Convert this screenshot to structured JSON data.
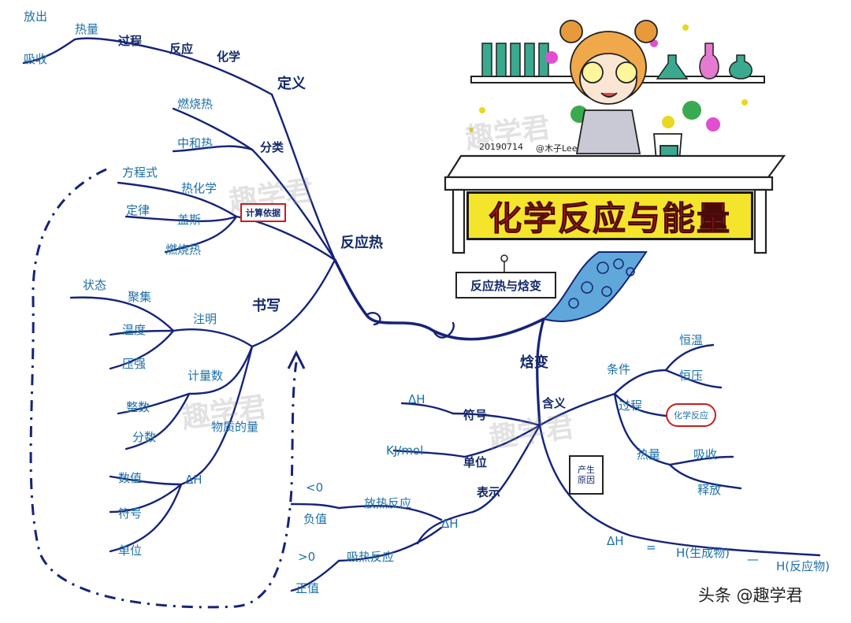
{
  "title": "化学反应与能量",
  "subtitle": "反应热与焓变",
  "date": "20190714",
  "author": "@木子Lee",
  "watermark": "趣学君",
  "footer_watermark": "头条 @趣学君",
  "tags": {
    "calc": "计算依据",
    "chem_reaction": "化学反应",
    "note_line1": "产生",
    "note_line2": "原因"
  },
  "nodes": {
    "reaction_heat": "反应热",
    "enthalpy": "焓变",
    "definition": "定义",
    "definition_text": [
      "化学",
      "反应",
      "过程",
      "热量",
      "放出",
      "吸收"
    ],
    "classification": "分类",
    "class_items": [
      "燃烧热",
      "中和热"
    ],
    "calc_items": [
      "方程式",
      "热化学",
      "定律",
      "盖斯",
      "燃烧热"
    ],
    "writing": "书写",
    "note": "注明",
    "note_items": [
      "状态",
      "聚集",
      "温度",
      "压强"
    ],
    "coef": "计量数",
    "coef_meaning": "物质的量",
    "coef_items": [
      "整数",
      "分数"
    ],
    "dh": "ΔH",
    "dh_items": [
      "数值",
      "符号",
      "单位"
    ],
    "meaning": "含义",
    "meaning_items": [
      "条件",
      "恒温",
      "恒压",
      "过程",
      "热量",
      "吸收",
      "释放"
    ],
    "symbol": "符号",
    "symbol_value": "ΔH",
    "unit": "单位",
    "unit_value": "KJ/mol",
    "express": "表示",
    "express_dh": "ΔH",
    "express_items": [
      "<0",
      "负值",
      "放热反应",
      ">0",
      "吸热反应",
      "正值"
    ],
    "formula": [
      "ΔH",
      "=",
      "H(生成物)",
      "—",
      "H(反应物)"
    ]
  }
}
